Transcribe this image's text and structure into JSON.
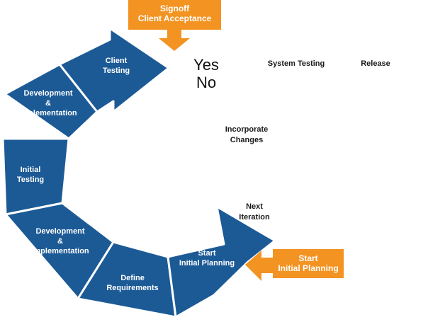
{
  "colors": {
    "segment": "#1c5a96",
    "segment_border": "#ffffff",
    "callout": "#f39322"
  },
  "cycle": {
    "segments": [
      {
        "id": "client-testing",
        "lines": [
          "Client",
          "Testing"
        ]
      },
      {
        "id": "development-implementation-top",
        "lines": [
          "Development",
          "&",
          "Implementation"
        ]
      },
      {
        "id": "initial-testing",
        "lines": [
          "Initial",
          "Testing"
        ]
      },
      {
        "id": "development-implementation-bottom",
        "lines": [
          "Development",
          "&",
          "Implementation"
        ]
      },
      {
        "id": "define-requirements",
        "lines": [
          "Define",
          "Requirements"
        ]
      },
      {
        "id": "start-initial-planning",
        "lines": [
          "Start",
          "Initial Planning"
        ]
      }
    ]
  },
  "callouts": {
    "top": {
      "line1": "Signoff",
      "line2": "Client Acceptance"
    },
    "right": {
      "line1": "Start",
      "line2": "Initial Planning"
    }
  },
  "labels": {
    "yes": "Yes",
    "no": "No",
    "system_testing": "System Testing",
    "release": "Release",
    "incorporate_line1": "Incorporate",
    "incorporate_line2": "Changes",
    "next_line1": "Next",
    "next_line2": "Iteration"
  }
}
